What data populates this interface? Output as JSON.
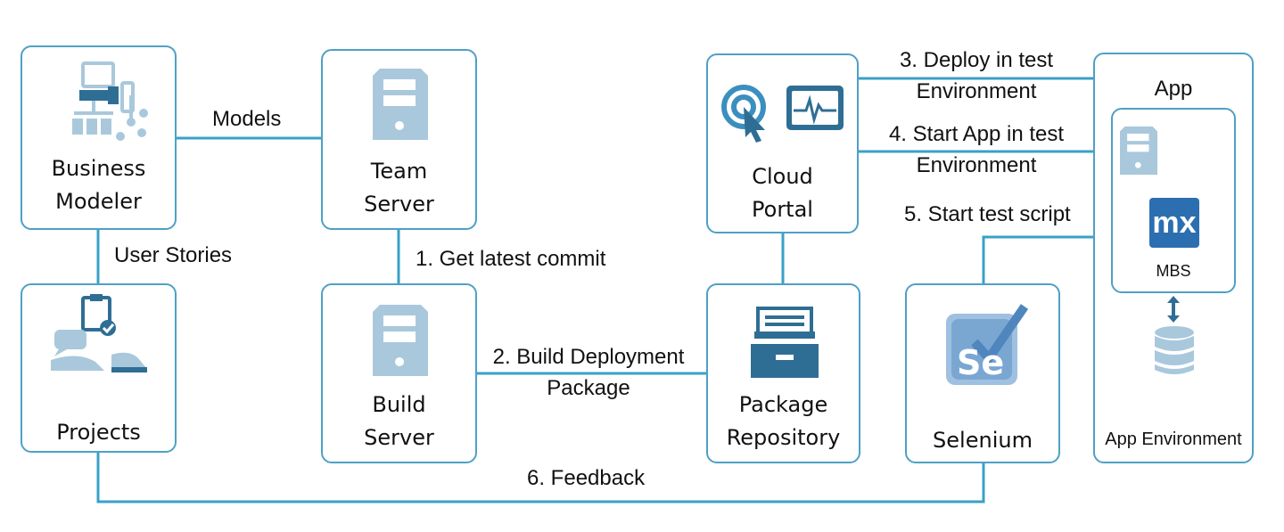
{
  "nodes": {
    "business_modeler": {
      "line1": "Business",
      "line2": "Modeler",
      "icon": "modeler-icon"
    },
    "team_server": {
      "line1": "Team",
      "line2": "Server",
      "icon": "server-icon"
    },
    "projects": {
      "label": "Projects",
      "icon": "projects-icon"
    },
    "build_server": {
      "line1": "Build",
      "line2": "Server",
      "icon": "server-icon"
    },
    "cloud_portal": {
      "line1": "Cloud",
      "line2": "Portal",
      "icon": "cloud-portal-icons"
    },
    "package_repository": {
      "line1": "Package",
      "line2": "Repository",
      "icon": "file-cabinet-icon"
    },
    "selenium": {
      "label": "Selenium",
      "icon": "selenium-logo"
    },
    "app": {
      "title": "App",
      "mbs": "MBS",
      "mx": "mx",
      "environment": "App Environment"
    }
  },
  "edges": {
    "models": "Models",
    "user_stories": "User Stories",
    "get_latest_commit": "1. Get latest commit",
    "build_deployment_line1": "2. Build Deployment",
    "build_deployment_line2": "Package",
    "deploy_line1": "3. Deploy in test",
    "deploy_line2": "Environment",
    "start_app_line1": "4. Start App in test",
    "start_app_line2": "Environment",
    "start_script": "5. Start test script",
    "feedback": "6. Feedback"
  },
  "colors": {
    "border": "#4fa0c6",
    "connector": "#3aa0c8",
    "icon": "#a9c8dc",
    "icon_dark": "#2f6e94",
    "mx": "#2c6fb0"
  }
}
